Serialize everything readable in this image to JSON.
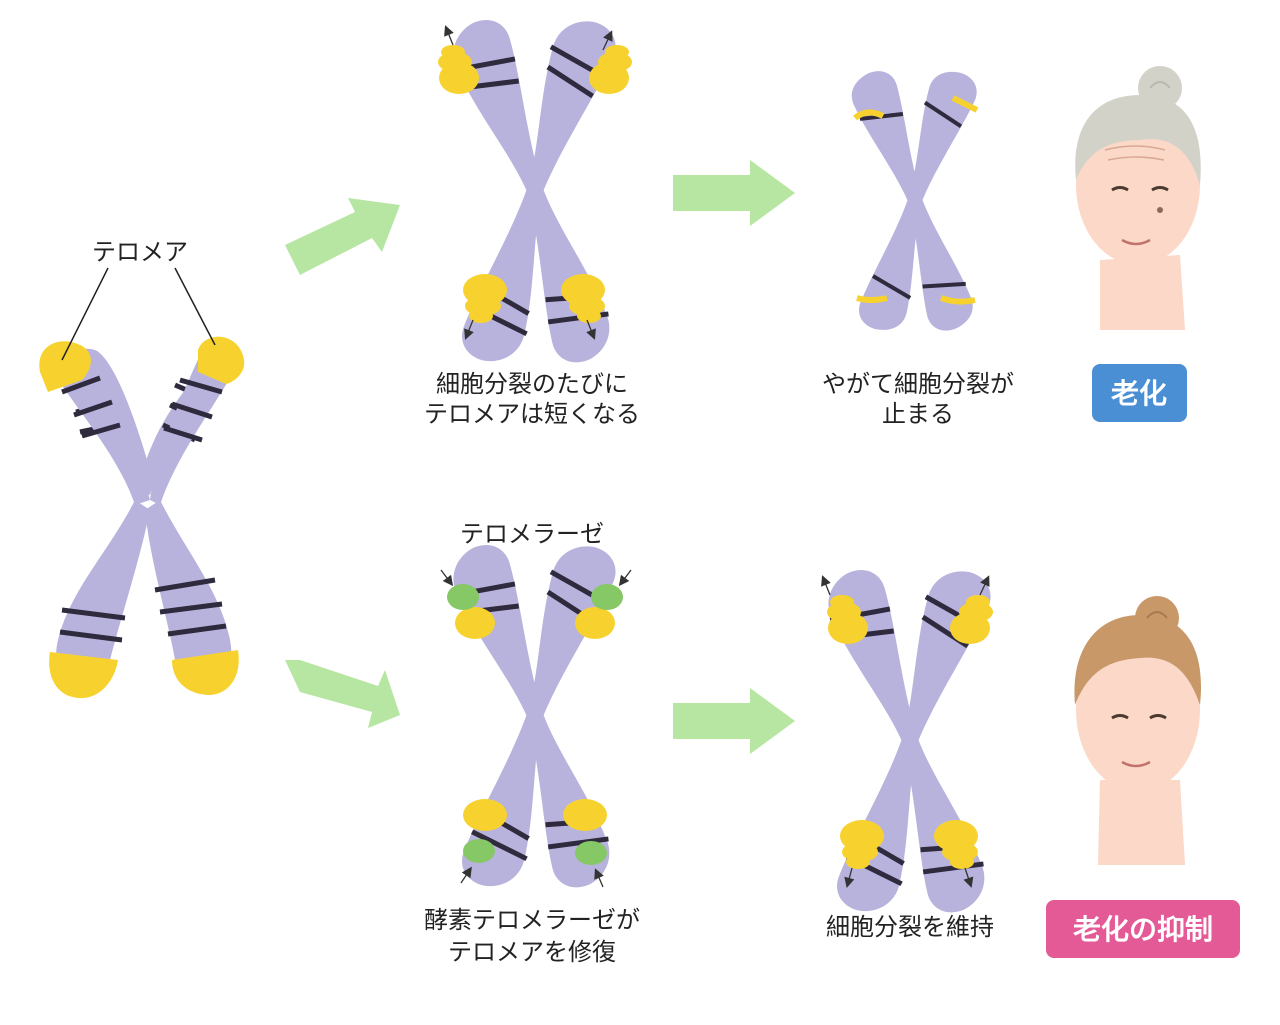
{
  "colors": {
    "chromosome": "#b8b3dc",
    "band": "#2f2a3d",
    "telomere": "#f7d22f",
    "telomerase": "#86c766",
    "arrow": "#b6e6a2",
    "badge_aging": "#4a8fd4",
    "badge_suppress": "#e35a97"
  },
  "labels": {
    "telomere": "テロメア",
    "telomerase": "テロメラーゼ",
    "top_mid_line1": "細胞分裂のたびに",
    "top_mid_line2": "テロメアは短くなる",
    "top_right_line1": "やがて細胞分裂が",
    "top_right_line2": "止まる",
    "bottom_mid_line1": "酵素テロメラーゼが",
    "bottom_mid_line2": "テロメアを修復",
    "bottom_right": "細胞分裂を維持"
  },
  "badges": {
    "aging": "老化",
    "suppress": "老化の抑制"
  },
  "icons": {
    "old_face": "elderly-woman-face-icon",
    "young_face": "woman-face-icon"
  }
}
